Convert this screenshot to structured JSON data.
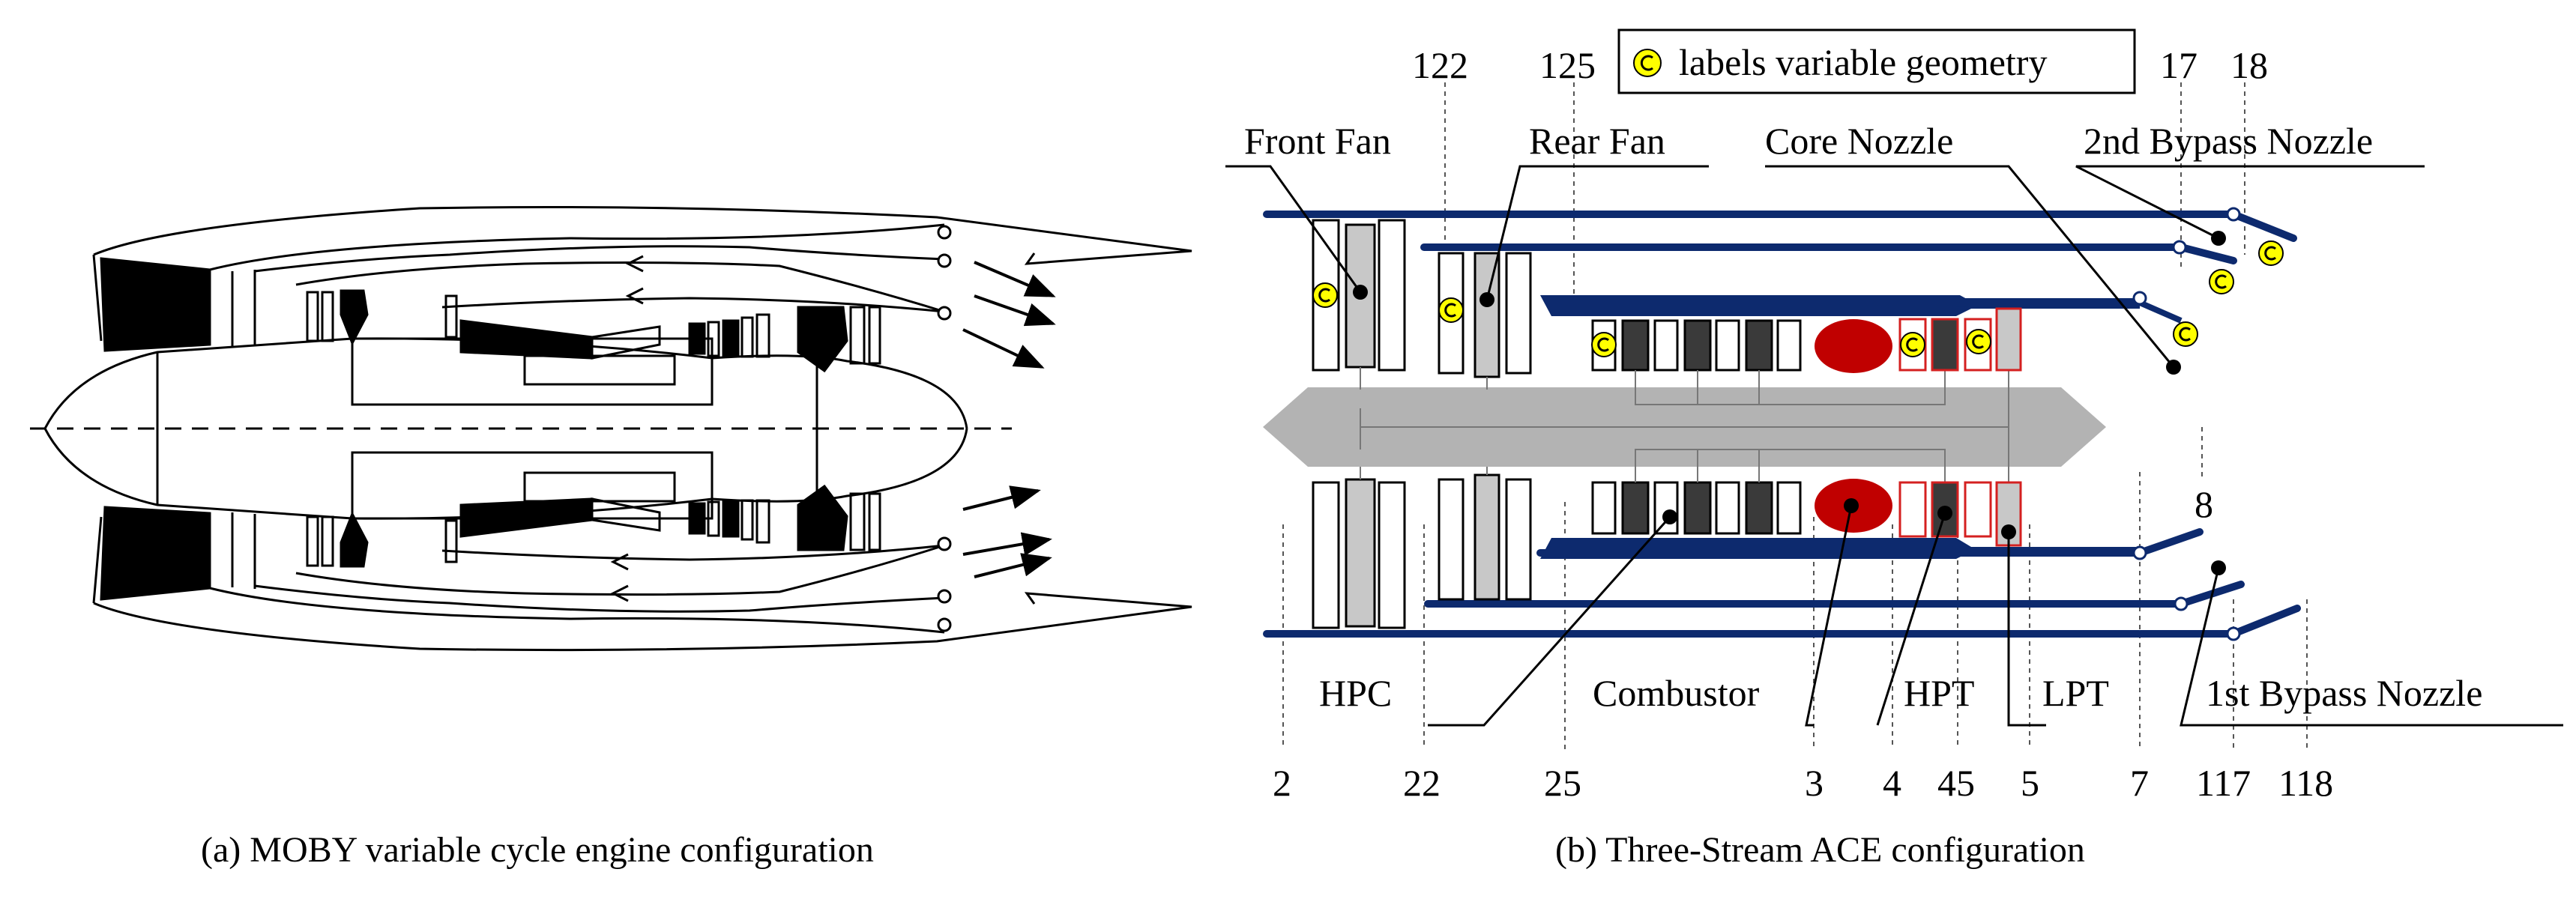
{
  "legend": {
    "symbol": "C",
    "text": "labels variable geometry"
  },
  "captions": {
    "a": "(a) MOBY variable cycle engine configuration",
    "b": "(b) Three-Stream ACE configuration"
  },
  "components": {
    "front_fan": "Front Fan",
    "rear_fan": "Rear Fan",
    "core_nozzle": "Core Nozzle",
    "second_bypass_nozzle": "2nd Bypass Nozzle",
    "hpc": "HPC",
    "combustor": "Combustor",
    "hpt": "HPT",
    "lpt": "LPT",
    "first_bypass_nozzle": "1st Bypass Nozzle"
  },
  "stations_top": [
    "122",
    "125",
    "17",
    "18"
  ],
  "stations_bottom": [
    "2",
    "22",
    "25",
    "3",
    "4",
    "45",
    "5",
    "7",
    "117",
    "118"
  ],
  "station_mid": "8",
  "colors": {
    "duct_navy": "#0d2a6e",
    "shaft_gray": "#b3b3b3",
    "fan_gray": "#c8c8c8",
    "compressor_dark": "#3a3a3a",
    "combustor_red": "#c00000",
    "turbine_red_outline": "#d42020",
    "vg_marker_yellow": "#ffff00"
  }
}
